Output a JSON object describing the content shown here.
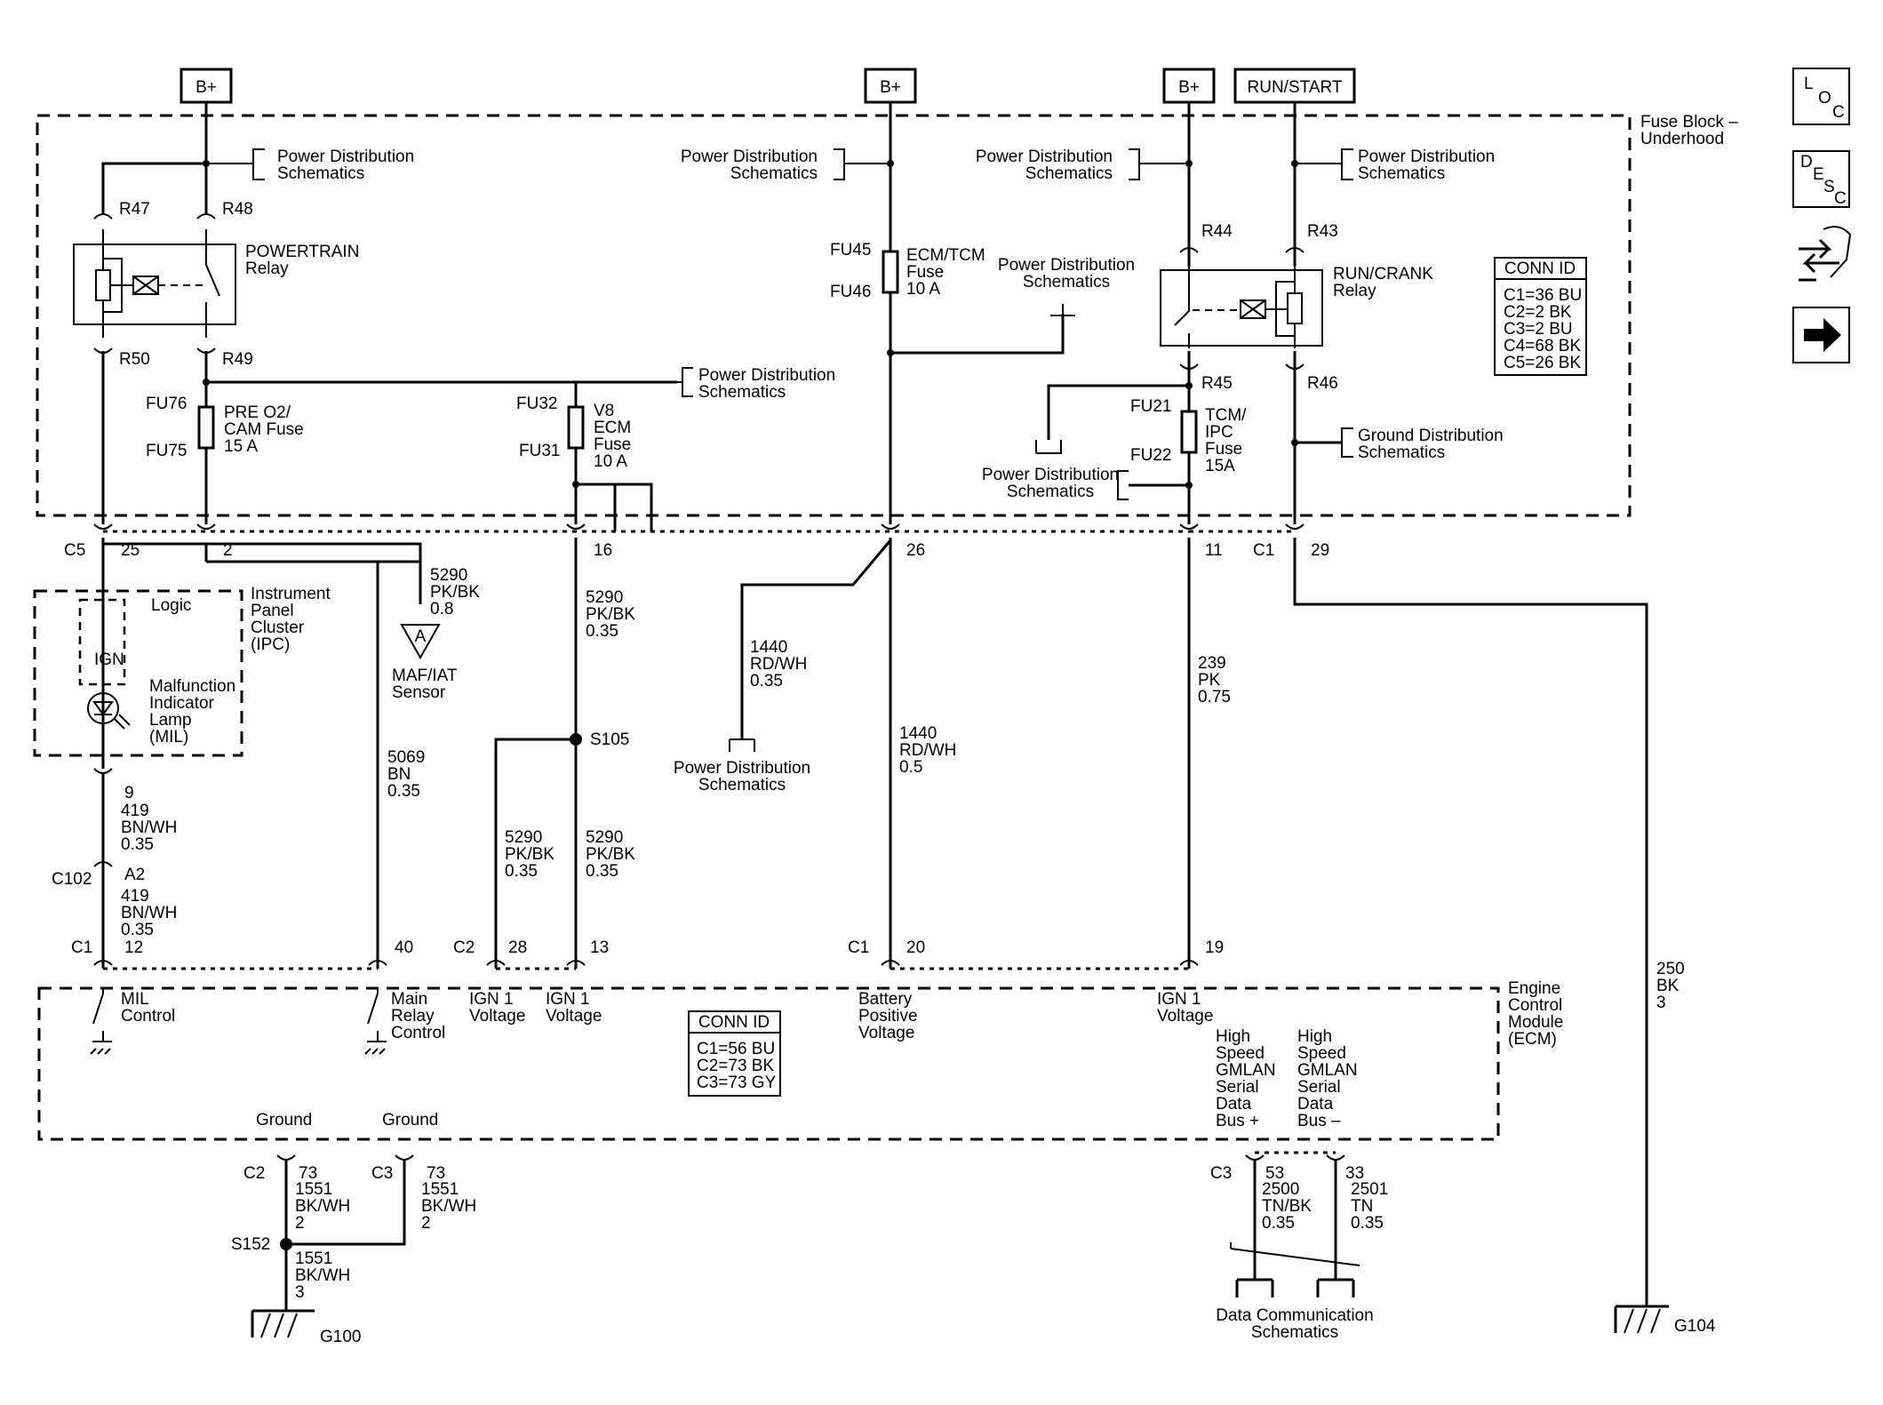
{
  "power_labels": [
    "B+",
    "B+",
    "B+",
    "RUN/START"
  ],
  "fuse_block_label": [
    "Fuse Block –",
    "Underhood"
  ],
  "ecm_label": [
    "Engine",
    "Control",
    "Module",
    "(ECM)"
  ],
  "ipc_label": [
    "Instrument",
    "Panel",
    "Cluster",
    "(IPC)"
  ],
  "ipc_logic": "Logic",
  "ipc_ign": "IGN",
  "mil_label": [
    "Malfunction",
    "Indicator",
    "Lamp",
    "(MIL)"
  ],
  "side_icons": [
    "LOC",
    "DESC",
    "connector-icon",
    "next-arrow-icon"
  ],
  "loc_letters": [
    "L",
    "O",
    "C"
  ],
  "desc_letters": [
    "D",
    "E",
    "S",
    "C"
  ],
  "conn_id_fuse": {
    "title": "CONN ID",
    "rows": [
      "C1=36 BU",
      "C2=2 BK",
      "C3=2 BU",
      "C4=68 BK",
      "C5=26 BK"
    ]
  },
  "conn_id_ecm": {
    "title": "CONN ID",
    "rows": [
      "C1=56 BU",
      "C2=73 BK",
      "C3=73 GY"
    ]
  },
  "pds_text": [
    "Power Distribution",
    "Schematics"
  ],
  "gds_text": [
    "Ground Distribution",
    "Schematics"
  ],
  "dcs_text": [
    "Data Communication",
    "Schematics"
  ],
  "relays": {
    "powertrain": [
      "POWERTRAIN",
      "Relay"
    ],
    "run_crank": [
      "RUN/CRANK",
      "Relay"
    ]
  },
  "fuses": {
    "pre_o2": [
      "PRE O2/",
      "CAM Fuse",
      "15 A"
    ],
    "v8_ecm": [
      "V8",
      "ECM",
      "Fuse",
      "10 A"
    ],
    "ecm_tcm": [
      "ECM/TCM",
      "Fuse",
      "10 A"
    ],
    "tcm_ipc": [
      "TCM/",
      "IPC",
      "Fuse",
      "15A"
    ]
  },
  "terminals": {
    "R47": "R47",
    "R48": "R48",
    "R50": "R50",
    "R49": "R49",
    "R44": "R44",
    "R43": "R43",
    "R45": "R45",
    "R46": "R46",
    "FU76": "FU76",
    "FU75": "FU75",
    "FU32": "FU32",
    "FU31": "FU31",
    "FU45": "FU45",
    "FU46": "FU46",
    "FU21": "FU21",
    "FU22": "FU22"
  },
  "fuse_block_pins": {
    "c5": "C5",
    "c5_25": "25",
    "c5_2": "2",
    "c5_16": "16",
    "c5_26": "26",
    "c5_11": "11",
    "c1": "C1",
    "c1_29": "29"
  },
  "wires": {
    "w5290_a": [
      "5290",
      "PK/BK",
      "0.8"
    ],
    "w5290_b": [
      "5290",
      "PK/BK",
      "0.35"
    ],
    "w5290_c": [
      "5290",
      "PK/BK",
      "0.35"
    ],
    "w5290_d": [
      "5290",
      "PK/BK",
      "0.35"
    ],
    "w5069": [
      "5069",
      "BN",
      "0.35"
    ],
    "w1440_a": [
      "1440",
      "RD/WH",
      "0.35"
    ],
    "w1440_b": [
      "1440",
      "RD/WH",
      "0.5"
    ],
    "w239": [
      "239",
      "PK",
      "0.75"
    ],
    "w250": [
      "250",
      "BK",
      "3"
    ],
    "w419_a": [
      "419",
      "BN/WH",
      "0.35"
    ],
    "w419_b": [
      "419",
      "BN/WH",
      "0.35"
    ],
    "w1551_a": [
      "1551",
      "BK/WH",
      "2"
    ],
    "w1551_b": [
      "1551",
      "BK/WH",
      "2"
    ],
    "w1551_c": [
      "1551",
      "BK/WH",
      "3"
    ],
    "w2500": [
      "2500",
      "TN/BK",
      "0.35"
    ],
    "w2501": [
      "2501",
      "TN",
      "0.35"
    ]
  },
  "maf": [
    "MAF/IAT",
    "Sensor"
  ],
  "maf_ref": "A",
  "splices": {
    "s105": "S105",
    "s152": "S152"
  },
  "connectors": {
    "ipc_9": "9",
    "c102": "C102",
    "c102_a2": "A2",
    "ecm_c1": "C1",
    "ecm_12": "12",
    "ecm_40": "40",
    "ecm_c2": "C2",
    "ecm_28": "28",
    "ecm_13": "13",
    "ecm_c1b": "C1",
    "ecm_20": "20",
    "ecm_19": "19",
    "ecm_c2g": "C2",
    "ecm_73a": "73",
    "ecm_c3g": "C3",
    "ecm_73b": "73",
    "ecm_c3": "C3",
    "ecm_53": "53",
    "ecm_33": "33"
  },
  "ecm_pins": {
    "mil": [
      "MIL",
      "Control"
    ],
    "main_relay": [
      "Main",
      "Relay",
      "Control"
    ],
    "ign1_a": [
      "IGN 1",
      "Voltage"
    ],
    "ign1_b": [
      "IGN 1",
      "Voltage"
    ],
    "batt": [
      "Battery",
      "Positive",
      "Voltage"
    ],
    "ign1_c": [
      "IGN 1",
      "Voltage"
    ],
    "gmlan_plus": [
      "High",
      "Speed",
      "GMLAN",
      "Serial",
      "Data",
      "Bus +"
    ],
    "gmlan_minus": [
      "High",
      "Speed",
      "GMLAN",
      "Serial",
      "Data",
      "Bus –"
    ],
    "ground_a": "Ground",
    "ground_b": "Ground"
  },
  "grounds": {
    "g100": "G100",
    "g104": "G104"
  }
}
